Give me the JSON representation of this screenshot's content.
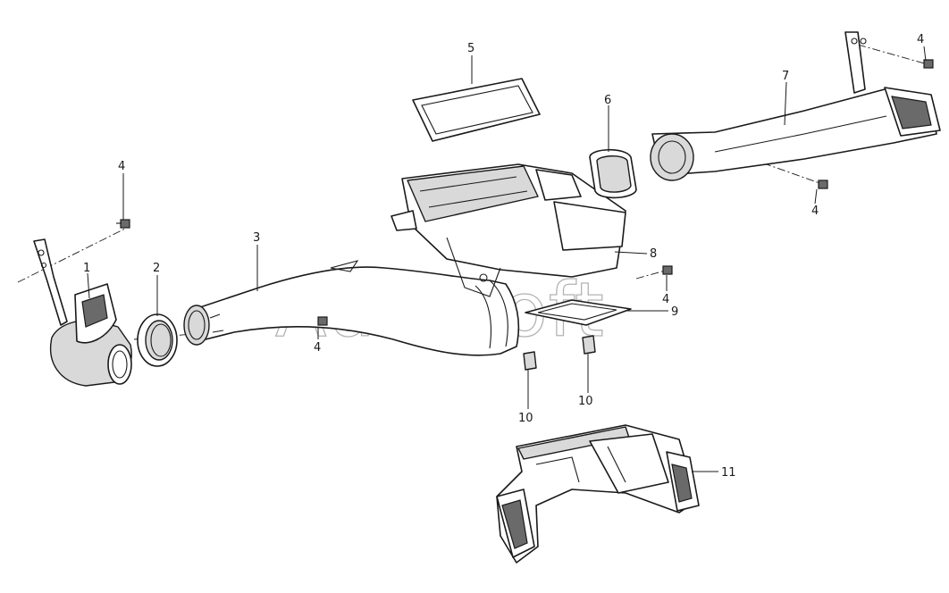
{
  "watermark": "AutoSoft",
  "callouts": {
    "c1": "1",
    "c2": "2",
    "c3": "3",
    "c4a": "4",
    "c4b": "4",
    "c4c": "4",
    "c4d": "4",
    "c4e": "4",
    "c5": "5",
    "c6": "6",
    "c7": "7",
    "c8": "8",
    "c9": "9",
    "c10a": "10",
    "c10b": "10",
    "c11": "11"
  },
  "colors": {
    "line": "#1a1a1a",
    "shade": "#d9d9d9",
    "watermark": "#9a9a9a"
  }
}
